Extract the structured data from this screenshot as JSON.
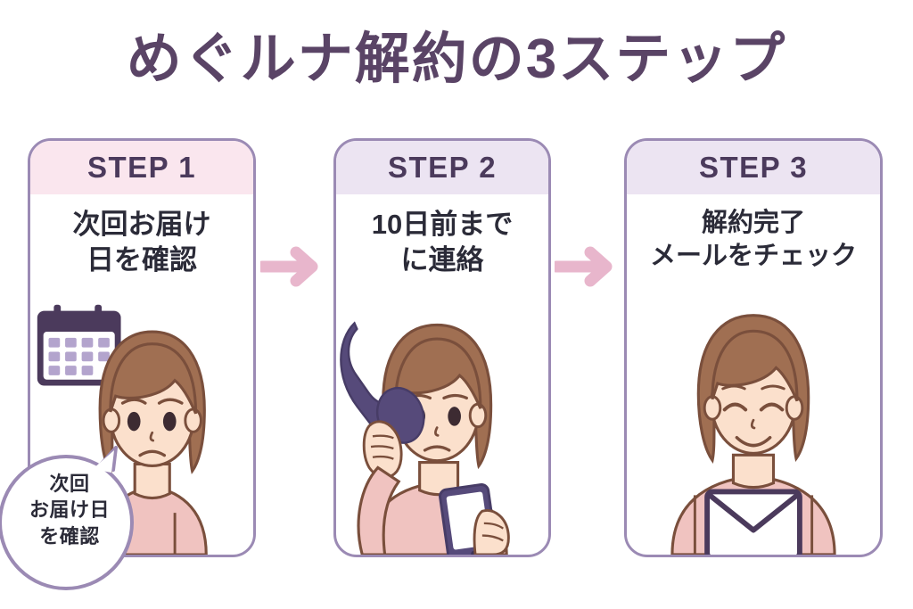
{
  "page": {
    "title": "めぐルナ解約の3ステップ",
    "background_color": "#ffffff",
    "title_color": "#5a4466"
  },
  "theme": {
    "border_purple": "#9b8ab4",
    "header_pink": "#fae6ee",
    "header_lavender": "#ece4f2",
    "arrow_pink": "#e8b6cc",
    "text_dark": "#2b2b38",
    "step_label_color": "#4b3a5c",
    "hair_brown": "#8a5a44",
    "hair_fill": "#a06f52",
    "skin": "#fbe0cc",
    "shirt_pink": "#f0c3c0",
    "icon_purple": "#4b3a5c",
    "icon_light_purple": "#b3a4cd"
  },
  "steps": [
    {
      "id": "step1",
      "label": "STEP 1",
      "body": "次回お届け\n日を確認",
      "header_color": "#fae6ee",
      "illustration": "worried-woman-with-calendar",
      "icon_name": "calendar-icon"
    },
    {
      "id": "step2",
      "label": "STEP 2",
      "body": "10日前まで\nに連絡",
      "header_color": "#ece4f2",
      "illustration": "woman-on-phone-with-smartphone",
      "icon_name": "telephone-handset-icon"
    },
    {
      "id": "step3",
      "label": "STEP 3",
      "body": "解約完了\nメールをチェック",
      "header_color": "#ece4f2",
      "illustration": "smiling-woman-with-envelope",
      "icon_name": "envelope-icon"
    }
  ],
  "arrows": [
    {
      "id": "arrow1",
      "name": "arrow-step1-to-step2",
      "direction": "right",
      "color": "#e8b6cc"
    },
    {
      "id": "arrow2",
      "name": "arrow-step2-to-step3",
      "direction": "right",
      "color": "#e8b6cc"
    }
  ],
  "speech_bubble": {
    "text": "次回\nお届け日\nを確認",
    "border_color": "#9b8ab4",
    "fill_color": "#ffffff"
  }
}
